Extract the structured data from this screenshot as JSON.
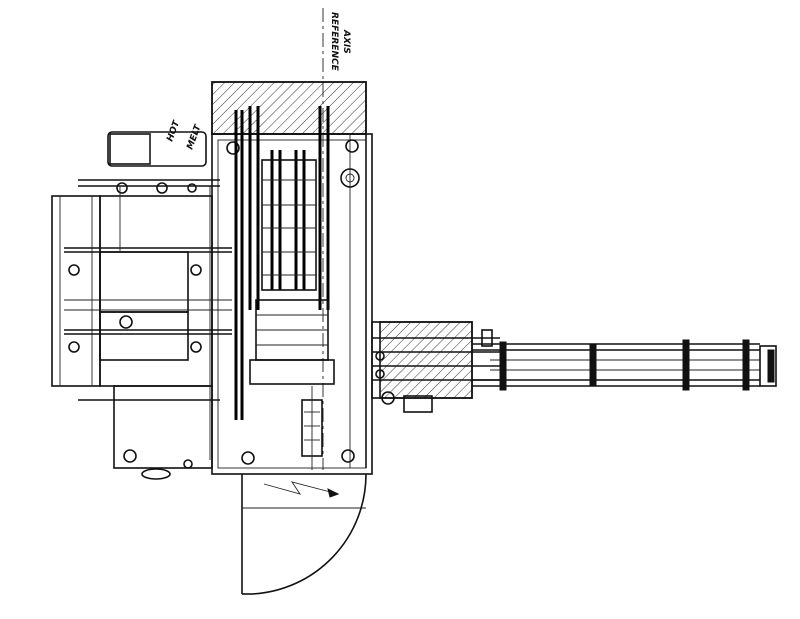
{
  "drawing": {
    "reference_axis_label": [
      "REFERENCE",
      "AXIS"
    ],
    "hot_melt_label": [
      "HOT",
      "MELT"
    ]
  },
  "colors": {
    "line": "#111111",
    "background": "#ffffff"
  }
}
